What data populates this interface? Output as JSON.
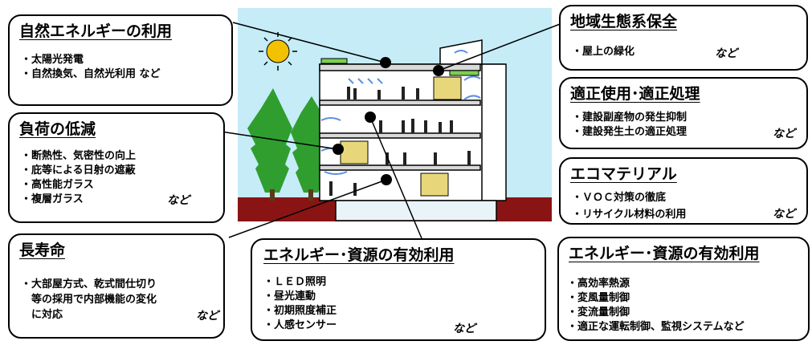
{
  "boxes": {
    "natural_energy": {
      "title": "自然エネルギーの利用",
      "items": [
        "太陽光発電",
        "自然換気、自然光利用 など"
      ]
    },
    "load_reduction": {
      "title": "負荷の低減",
      "items": [
        "断熱性、気密性の向上",
        "庇等による日射の遮蔽",
        "高性能ガラス",
        "複層ガラス"
      ],
      "etc": "など"
    },
    "long_life": {
      "title": "長寿命",
      "lines": [
        "・大部屋方式、乾式間仕切り",
        "等の採用で内部機能の変化",
        "に対応"
      ],
      "etc": "など"
    },
    "energy_effective_center": {
      "title": "エネルギー･資源の有効利用",
      "items": [
        "ＬＥＤ照明",
        "昼光連動",
        "初期照度補正",
        "人感センサー"
      ],
      "etc": "など"
    },
    "ecosystem": {
      "title": "地域生態系保全",
      "items": [
        "屋上の緑化"
      ],
      "etc": "など"
    },
    "proper_use": {
      "title": "適正使用･適正処理",
      "items": [
        "建設副産物の発生抑制",
        "建設発生土の適正処理"
      ],
      "etc": "など"
    },
    "eco_material": {
      "title": "エコマテリアル",
      "items": [
        "ＶＯＣ対策の徹底",
        "リサイクル材料の利用"
      ],
      "etc": "など"
    },
    "energy_effective_right": {
      "title": "エネルギー･資源の有効利用",
      "items": [
        "高効率熱源",
        "変風量制御",
        "変流量制御",
        "適正な運転制御、監視システムなど"
      ]
    }
  },
  "colors": {
    "sky": "#c5ecf7",
    "ground": "#8a1414",
    "tree": "#2f9e2f",
    "sun": "#f2c200",
    "window": "#e8d77a",
    "roof_green": "#7ccf52",
    "airflow": "#5b8fe0"
  }
}
